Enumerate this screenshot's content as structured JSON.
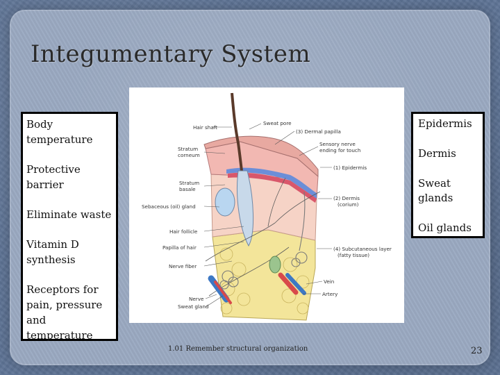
{
  "slide": {
    "title": "Integumentary System",
    "footer": "1.01 Remember structural organization",
    "page_number": "23"
  },
  "functions": [
    "Body temperature",
    "Protective barrier",
    "Eliminate waste",
    "Vitamin D synthesis",
    "Receptors for pain, pressure and temperature"
  ],
  "components": [
    "Epidermis",
    "Dermis",
    "Sweat glands",
    "Oil glands"
  ],
  "diagram": {
    "labels_left": {
      "hair_shaft": "Hair shaft",
      "stratum_corneum_1": "Stratum",
      "stratum_corneum_2": "corneum",
      "stratum_basale_1": "Stratum",
      "stratum_basale_2": "basale",
      "sebaceous": "Sebaceous (oil) gland",
      "hair_follicle": "Hair follicle",
      "papilla_of_hair": "Papilla of hair",
      "nerve_fiber": "Nerve fiber",
      "nerve": "Nerve",
      "sweat_gland": "Sweat gland"
    },
    "labels_right": {
      "sweat_pore": "Sweat pore",
      "dermal_papilla": "(3) Dermal papilla",
      "sensory_1": "Sensory nerve",
      "sensory_2": "ending for touch",
      "epidermis": "(1) Epidermis",
      "dermis_1": "(2) Dermis",
      "dermis_2": "(corium)",
      "subcut_1": "(4) Subcutaneous layer",
      "subcut_2": "(fatty tissue)",
      "vein": "Vein",
      "artery": "Artery"
    }
  }
}
